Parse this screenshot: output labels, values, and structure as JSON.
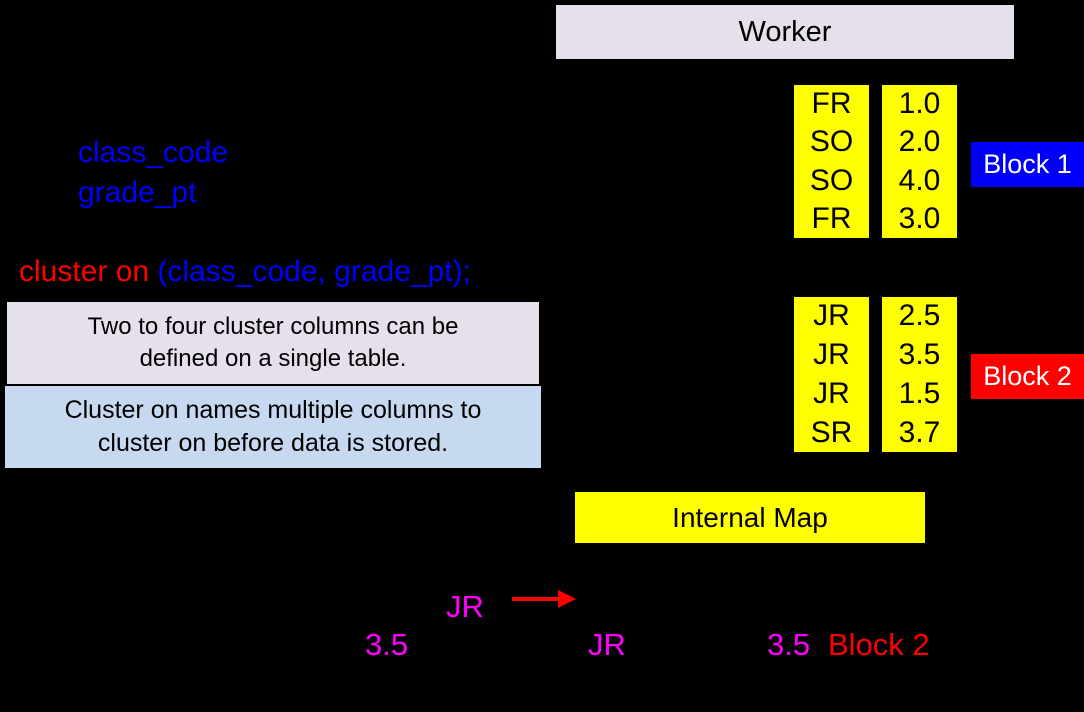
{
  "colors": {
    "background": "#000000",
    "blue_text": "#0000ff",
    "red": "#ff0000",
    "magenta": "#ff00ff",
    "yellow": "#ffff00",
    "lavender_box": "#e5e0ea",
    "light_blue_box": "#c6d9f0",
    "block1_bg": "#0000fa",
    "block2_bg": "#ff0000",
    "white": "#ffffff"
  },
  "left_panel": {
    "column_names": [
      "class_code",
      "grade_pt"
    ],
    "cluster_statement": {
      "keyword": "cluster on",
      "columns": "(class_code, grade_pt);"
    },
    "notes": [
      {
        "lines": [
          "Two to four cluster columns can be",
          "defined on a single table."
        ]
      },
      {
        "lines": [
          "Cluster on names multiple columns to",
          "cluster on before data is stored."
        ]
      }
    ]
  },
  "worker": {
    "title": "Worker"
  },
  "blocks": [
    {
      "label": "Block 1",
      "class_codes": [
        "FR",
        "SO",
        "SO",
        "FR"
      ],
      "grade_pts": [
        "1.0",
        "2.0",
        "4.0",
        "3.0"
      ]
    },
    {
      "label": "Block 2",
      "class_codes": [
        "JR",
        "JR",
        "JR",
        "SR"
      ],
      "grade_pts": [
        "2.5",
        "3.5",
        "1.5",
        "3.7"
      ]
    }
  ],
  "internal_map": {
    "title": "Internal Map"
  },
  "lookup": {
    "query_class": "JR",
    "query_grade": "3.5",
    "result_class": "JR",
    "result_grade": "3.5",
    "result_block": "Block 2"
  }
}
